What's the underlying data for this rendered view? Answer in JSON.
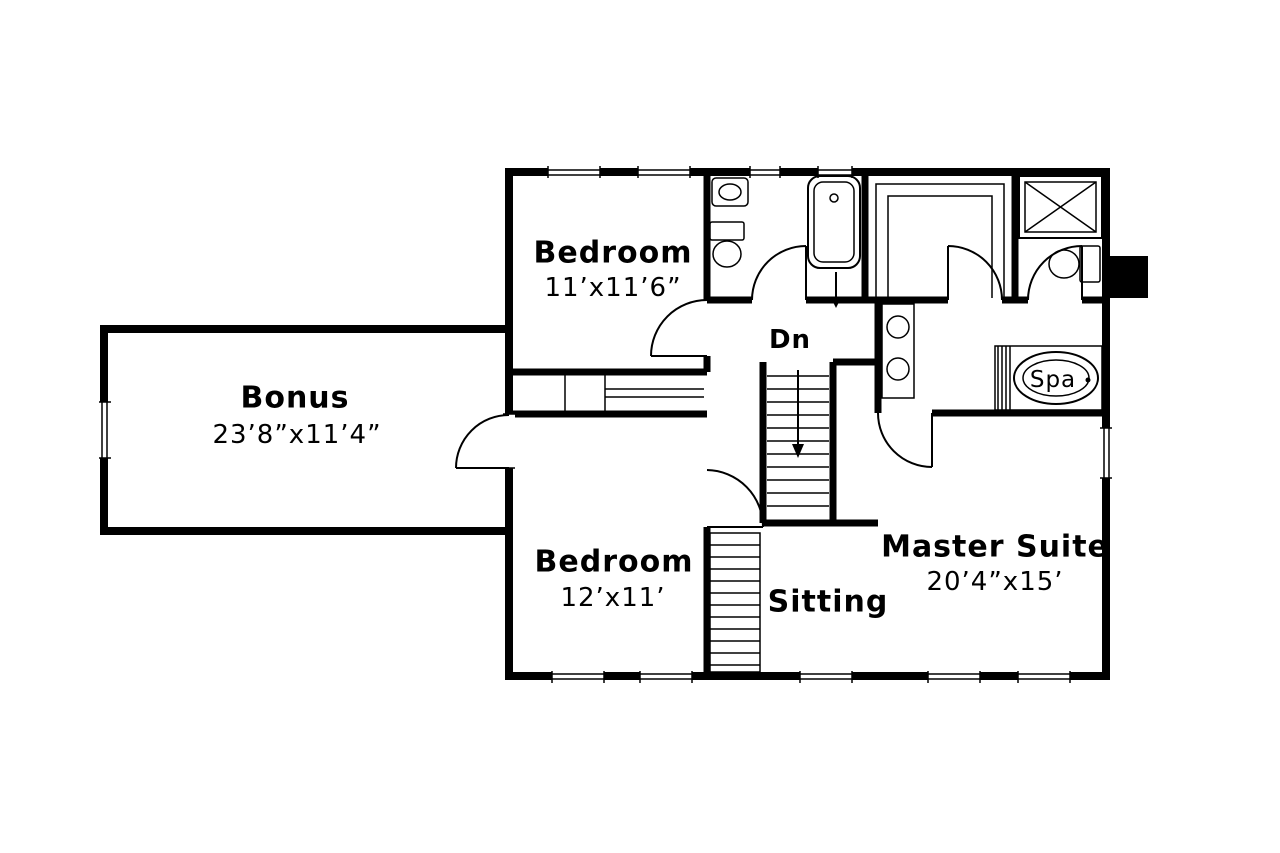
{
  "page": {
    "background": "#ffffff",
    "ink": "#000000"
  },
  "rooms": {
    "bedroom1": {
      "name": "Bedroom",
      "dims": "11’x11’6”"
    },
    "bonus": {
      "name": "Bonus",
      "dims": "23’8”x11’4”"
    },
    "bedroom2": {
      "name": "Bedroom",
      "dims": "12’x11’"
    },
    "sitting": {
      "name": "Sitting"
    },
    "master": {
      "name": "Master Suite",
      "dims": "20’4”x15’"
    }
  },
  "stairs": {
    "label": "Dn"
  },
  "spa": {
    "label": "Spa"
  }
}
